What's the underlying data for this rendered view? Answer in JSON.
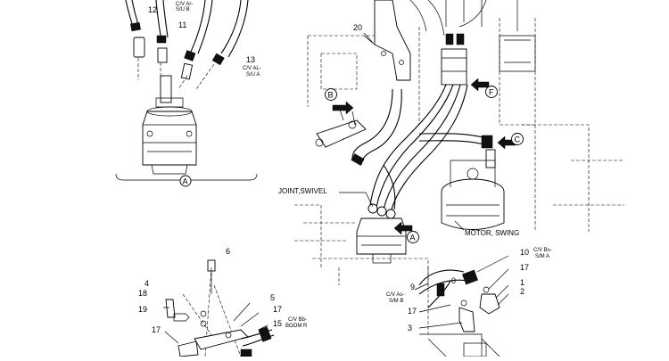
{
  "detail_a": {
    "part_labels": [
      "12",
      "11",
      "13"
    ],
    "text_labels": [
      "C/V Ar-\nS/U B",
      "C/V AL-\nS/U A"
    ],
    "section_marker": "A"
  },
  "main_view": {
    "part_labels": [
      "20"
    ],
    "view_markers": [
      "B",
      "F",
      "C",
      "A"
    ],
    "callouts": [
      "JOINT,SWIVEL",
      "MOTOR, SWING"
    ]
  },
  "detail_boom": {
    "part_labels": [
      "6",
      "4",
      "18",
      "19",
      "5",
      "17",
      "17",
      "15"
    ],
    "text_labels": [
      "C/V Bb-\nBOOM R"
    ]
  },
  "detail_motor": {
    "part_labels": [
      "10",
      "17",
      "1",
      "2",
      "9",
      "17",
      "3",
      "0"
    ],
    "text_labels": [
      "C/V Bs-\nS/M A",
      "C/V As-\nS/M B"
    ]
  }
}
